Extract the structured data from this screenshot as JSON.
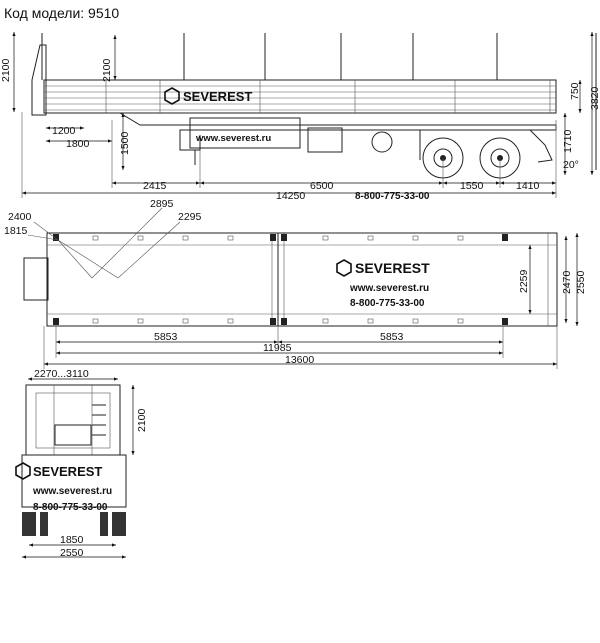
{
  "header": {
    "model_label": "Код модели: 9510"
  },
  "brand": {
    "name": "SEVEREST",
    "website": "www.severest.ru",
    "phone": "8-800-775-33-00"
  },
  "side_view": {
    "dims": {
      "h_stake_left": "2100",
      "h_stake_mid": "2100",
      "d_1200": "1200",
      "d_1800": "1800",
      "d_1500": "1500",
      "d_2415": "2415",
      "d_6500": "6500",
      "d_14250": "14250",
      "d_1550": "1550",
      "d_1410": "1410",
      "d_750": "750",
      "d_3820": "3820",
      "d_1710": "1710",
      "angle": "20°"
    }
  },
  "top_view": {
    "dims": {
      "d_2400": "2400",
      "d_1815": "1815",
      "d_2895": "2895",
      "d_2295": "2295",
      "d_2259": "2259",
      "d_2470": "2470",
      "d_2550": "2550",
      "d_5853_a": "5853",
      "d_5853_b": "5853",
      "d_11985": "11985",
      "d_13600": "13600"
    }
  },
  "rear_view": {
    "dims": {
      "d_2270_3110": "2270...3110",
      "d_2100": "2100",
      "d_1850": "1850",
      "d_2550": "2550"
    }
  }
}
